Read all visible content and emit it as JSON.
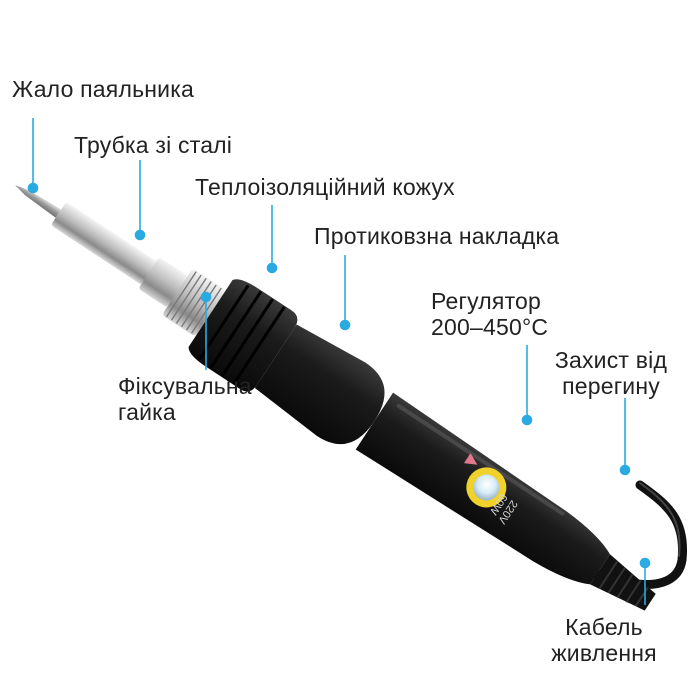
{
  "accent_color": "#29abe2",
  "device_text": {
    "voltage": "220V",
    "power": "60W"
  },
  "labels": {
    "tip": "Жало паяльника",
    "steel_tube": "Трубка зі сталі",
    "heat_shield": "Теплоізоляційний кожух",
    "grip": "Протиковзна накладка",
    "regulator_line1": "Регулятор",
    "regulator_line2": "200–450°C",
    "strain_relief_line1": "Захист від",
    "strain_relief_line2": "перегину",
    "nut_line1": "Фіксувальна",
    "nut_line2": "гайка",
    "cable_line1": "Кабель",
    "cable_line2": "живлення"
  }
}
